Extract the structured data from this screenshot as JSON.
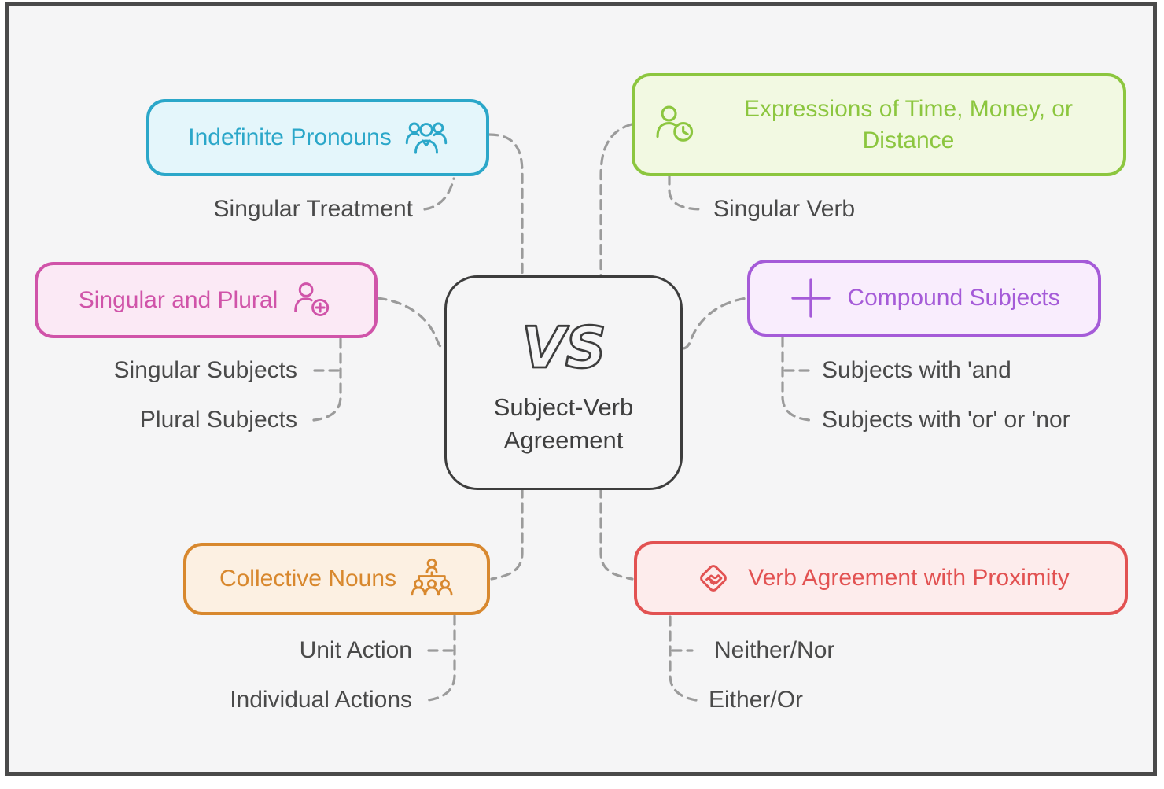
{
  "canvas": {
    "background": "#f5f5f6",
    "frame_border_color": "#4a4a4a",
    "connector_color": "#9b9b9b",
    "sublabel_text_color": "#4a4a4a"
  },
  "center_node": {
    "vs_label": "VS",
    "title": "Subject-Verb Agreement",
    "border_color": "#3d3d3d"
  },
  "topics": [
    {
      "label": "Indefinite Pronouns",
      "icon": "people-group-icon",
      "color": "#2ba7c9",
      "background": "#e4f6fb",
      "subitems": [
        "Singular Treatment"
      ]
    },
    {
      "label": "Expressions of Time, Money, or Distance",
      "icon": "person-clock-icon",
      "color": "#8cc63f",
      "background": "#f2f9e2",
      "subitems": [
        "Singular Verb"
      ]
    },
    {
      "label": "Singular and Plural",
      "icon": "person-plus-icon",
      "color": "#d054a9",
      "background": "#fbe9f5",
      "subitems": [
        "Singular Subjects",
        "Plural Subjects"
      ]
    },
    {
      "label": "Compound Subjects",
      "icon": "plus-icon",
      "color": "#a55bd8",
      "background": "#f9edfd",
      "subitems": [
        "Subjects with 'and",
        "Subjects with 'or' or 'nor"
      ]
    },
    {
      "label": "Collective Nouns",
      "icon": "people-hierarchy-icon",
      "color": "#d8882e",
      "background": "#fcf0e2",
      "subitems": [
        "Unit Action",
        "Individual Actions"
      ]
    },
    {
      "label": "Verb Agreement with Proximity",
      "icon": "handshake-diamond-icon",
      "color": "#e25252",
      "background": "#fdecec",
      "subitems": [
        "Neither/Nor",
        "Either/Or"
      ]
    }
  ]
}
